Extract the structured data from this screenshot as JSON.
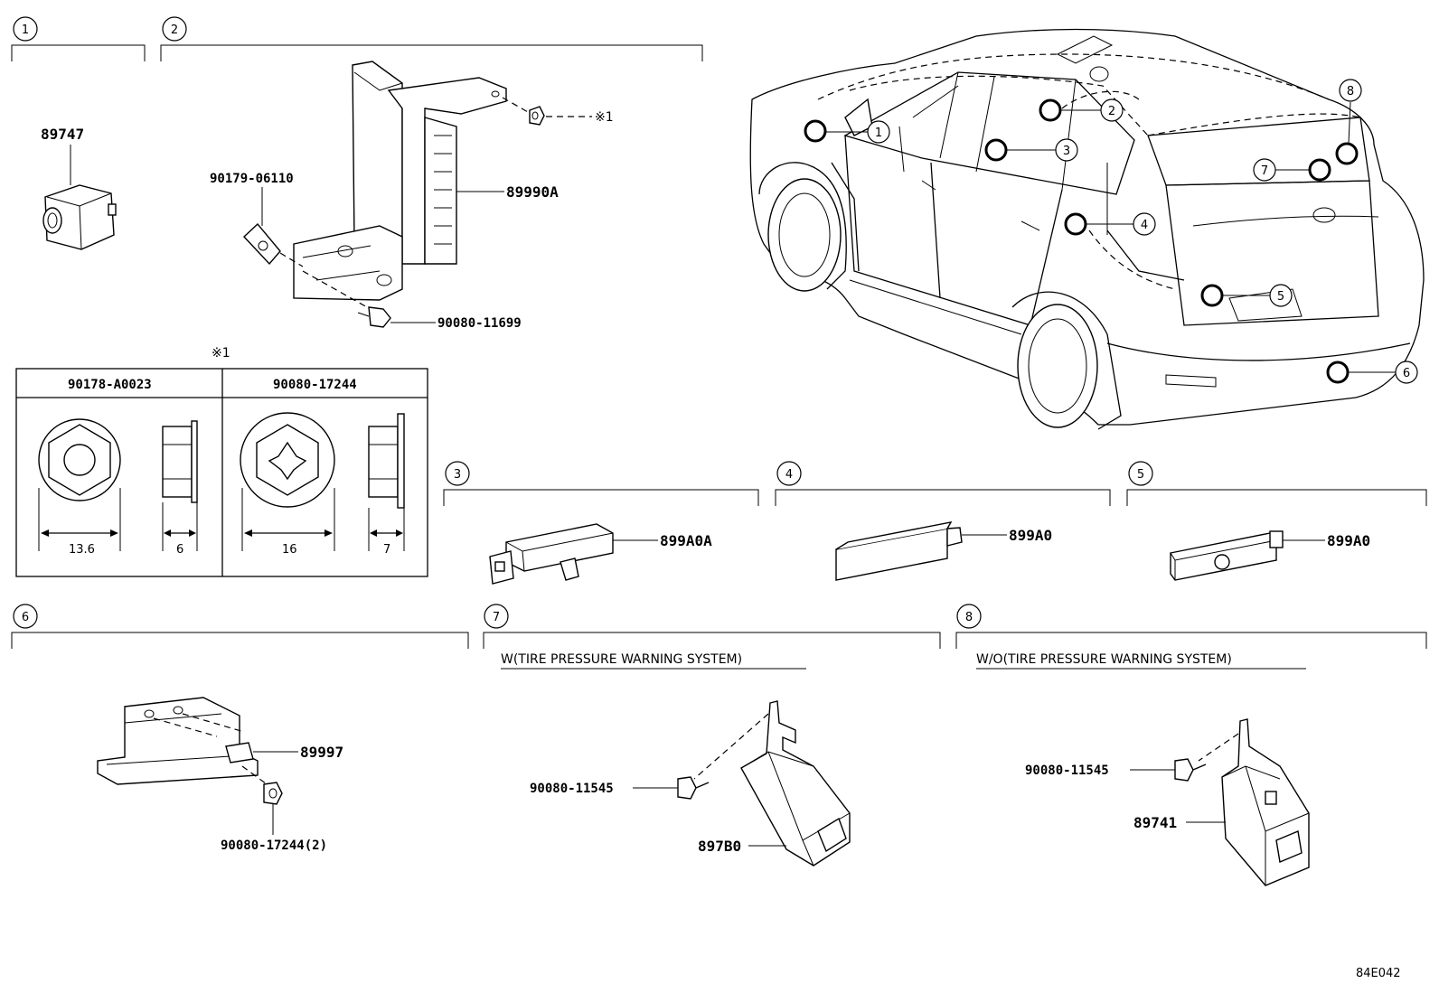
{
  "sections": [
    {
      "num": "1"
    },
    {
      "num": "2"
    },
    {
      "num": "3"
    },
    {
      "num": "4"
    },
    {
      "num": "5"
    },
    {
      "num": "6"
    },
    {
      "num": "7"
    },
    {
      "num": "8"
    }
  ],
  "parts": {
    "p89747": "89747",
    "p89990A": "89990A",
    "p90179": "90179-06110",
    "p90080_11699": "90080-11699",
    "p899A0A": "899A0A",
    "p899A0_4": "899A0",
    "p899A0_5": "899A0",
    "p89997": "89997",
    "p90080_17244_2": "90080-17244(2)",
    "p90080_11545_7": "90080-11545",
    "p897B0": "897B0",
    "p90080_11545_8": "90080-11545",
    "p89741": "89741"
  },
  "note_mark": "※1",
  "detail_table": {
    "mark": "※1",
    "col1": {
      "part": "90178-A0023",
      "dim_a": "13.6",
      "dim_b": "6"
    },
    "col2": {
      "part": "90080-17244",
      "dim_a": "16",
      "dim_b": "7"
    }
  },
  "captions": {
    "with_tpws": "W(TIRE PRESSURE WARNING SYSTEM)",
    "without_tpws": "W/O(TIRE PRESSURE WARNING SYSTEM)"
  },
  "vehicle_callouts": [
    "1",
    "2",
    "3",
    "4",
    "5",
    "6",
    "7",
    "8"
  ],
  "drawing_code": "84E042"
}
